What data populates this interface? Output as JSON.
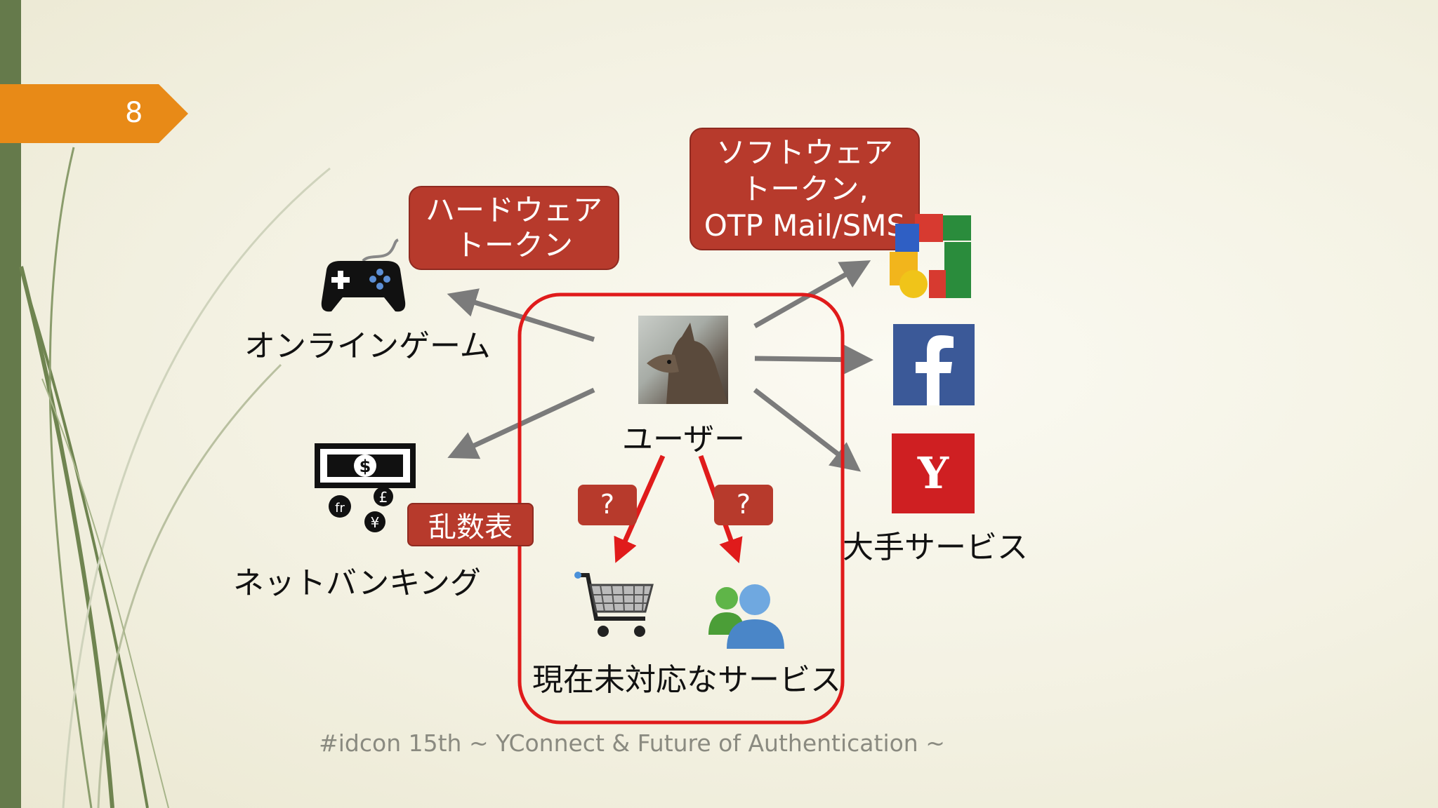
{
  "slide_number": "8",
  "footer": "#idcon 15th ~ YConnect & Future of Authentication ~",
  "nodes": {
    "online_game": "オンラインゲーム",
    "net_banking": "ネットバンキング",
    "user": "ユーザー",
    "major_services": "大手サービス",
    "unsupported_services": "現在未対応なサービス"
  },
  "callouts": {
    "hardware_token": [
      "ハードウェア",
      "トークン"
    ],
    "software_token": [
      "ソフトウェア",
      "トークン,",
      "OTP Mail/SMS"
    ],
    "random_table": "乱数表"
  },
  "question_marks": [
    "?",
    "?"
  ],
  "icons": [
    "gamepad-icon",
    "money-exchange-icon",
    "cat-avatar",
    "google-logo-icon",
    "facebook-logo-icon",
    "yahoo-logo-icon",
    "shopping-cart-icon",
    "messenger-users-icon"
  ],
  "colors": {
    "accent_orange": "#e88a17",
    "sidebar_green": "#657a4b",
    "callout_red": "#b73a2c",
    "highlight_red": "#e01b1b",
    "arrow_gray": "#7b7b7b"
  }
}
